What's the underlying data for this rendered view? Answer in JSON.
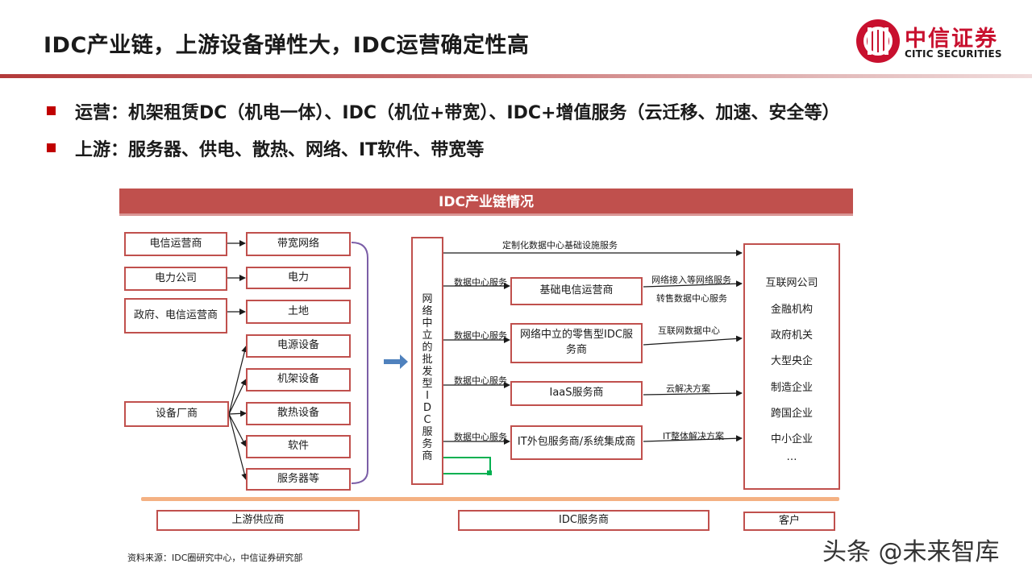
{
  "title": "IDC产业链，上游设备弹性大，IDC运营确定性高",
  "logo": {
    "cn": "中信证券",
    "en": "CITIC SECURITIES"
  },
  "bullets": [
    "运营：机架租赁DC（机电一体）、IDC（机位+带宽）、IDC+增值服务（云迁移、加速、安全等）",
    "上游：服务器、供电、散热、网络、IT软件、带宽等"
  ],
  "diagram": {
    "header": "IDC产业链情况",
    "suppliers": [
      "电信运营商",
      "电力公司",
      "政府、电信运营商",
      "设备厂商"
    ],
    "resources": [
      "带宽网络",
      "电力",
      "土地",
      "电源设备",
      "机架设备",
      "散热设备",
      "软件",
      "服务器等"
    ],
    "wholesale_chars": [
      "网",
      "络",
      "中",
      "立",
      "的",
      "批",
      "发",
      "型",
      "I",
      "D",
      "C",
      "服",
      "务",
      "商"
    ],
    "providers": [
      "基础电信运营商",
      "网络中立的零售型IDC服务商",
      "IaaS服务商",
      "IT外包服务商/系统集成商"
    ],
    "provider_input_label": "数据中心服务",
    "top_service": "定制化数据中心基础设施服务",
    "service_labels": [
      "网络接入等网络服务",
      "转售数据中心服务",
      "互联网数据中心",
      "云解决方案",
      "IT整体解决方案"
    ],
    "customers": [
      "互联网公司",
      "金融机构",
      "政府机关",
      "大型央企",
      "制造企业",
      "跨国企业",
      "中小企业",
      "…"
    ],
    "footer": {
      "upstream": "上游供应商",
      "idc": "IDC服务商",
      "customer": "客户"
    }
  },
  "source": "资料来源：IDC圈研究中心，中信证券研究部",
  "watermark": "头条 @未来智库",
  "colors": {
    "accent": "#c0504d",
    "arrow": "#4f81bd",
    "bracket": "#7b5ea7",
    "green": "#00b050",
    "orange": "#f4b183"
  }
}
